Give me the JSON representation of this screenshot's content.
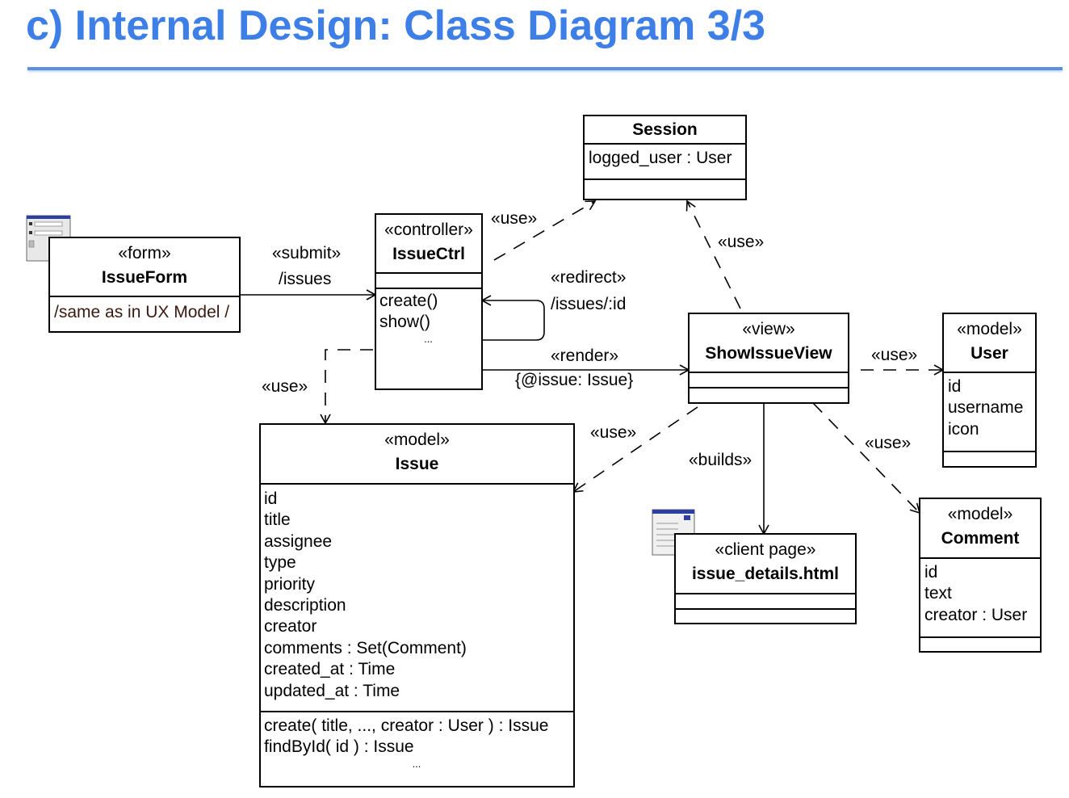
{
  "slide": {
    "title": "c) Internal Design: Class Diagram 3/3"
  },
  "classes": {
    "session": {
      "name": "Session",
      "attrs": [
        "logged_user : User"
      ]
    },
    "issue_form": {
      "stereotype": "«form»",
      "name": "IssueForm",
      "note": "/same as in UX Model /"
    },
    "issue_ctrl": {
      "stereotype": "«controller»",
      "name": "IssueCtrl",
      "ops": [
        "create()",
        "show()"
      ],
      "more": "..."
    },
    "show_issue_view": {
      "stereotype": "«view»",
      "name": "ShowIssueView"
    },
    "user": {
      "stereotype": "«model»",
      "name": "User",
      "attrs": [
        "id",
        "username",
        "icon"
      ]
    },
    "issue": {
      "stereotype": "«model»",
      "name": "Issue",
      "attrs": [
        "id",
        "title",
        "assignee",
        "type",
        "priority",
        "description",
        "creator",
        "comments : Set(Comment)",
        "created_at : Time",
        "updated_at : Time"
      ],
      "ops": [
        "create( title, ..., creator : User ) : Issue",
        "findById( id ) : Issue"
      ],
      "more": "..."
    },
    "client_page": {
      "stereotype": "«client page»",
      "name": "issue_details.html"
    },
    "comment": {
      "stereotype": "«model»",
      "name": "Comment",
      "attrs": [
        "id",
        "text",
        "creator : User"
      ]
    }
  },
  "relations": {
    "submit": {
      "stereotype": "«submit»",
      "path": "/issues"
    },
    "ctrl_use_session": {
      "stereotype": "«use»"
    },
    "view_use_session": {
      "stereotype": "«use»"
    },
    "redirect": {
      "stereotype": "«redirect»",
      "path": "/issues/:id"
    },
    "render": {
      "stereotype": "«render»",
      "constraint": "{@issue: Issue}"
    },
    "ctrl_use_issue": {
      "stereotype": "«use»"
    },
    "view_use_issue": {
      "stereotype": "«use»"
    },
    "view_use_user": {
      "stereotype": "«use»"
    },
    "builds": {
      "stereotype": "«builds»"
    },
    "view_use_comment": {
      "stereotype": "«use»"
    }
  },
  "icons": {
    "form_icon": "form-window-icon",
    "page_icon": "web-page-icon"
  }
}
